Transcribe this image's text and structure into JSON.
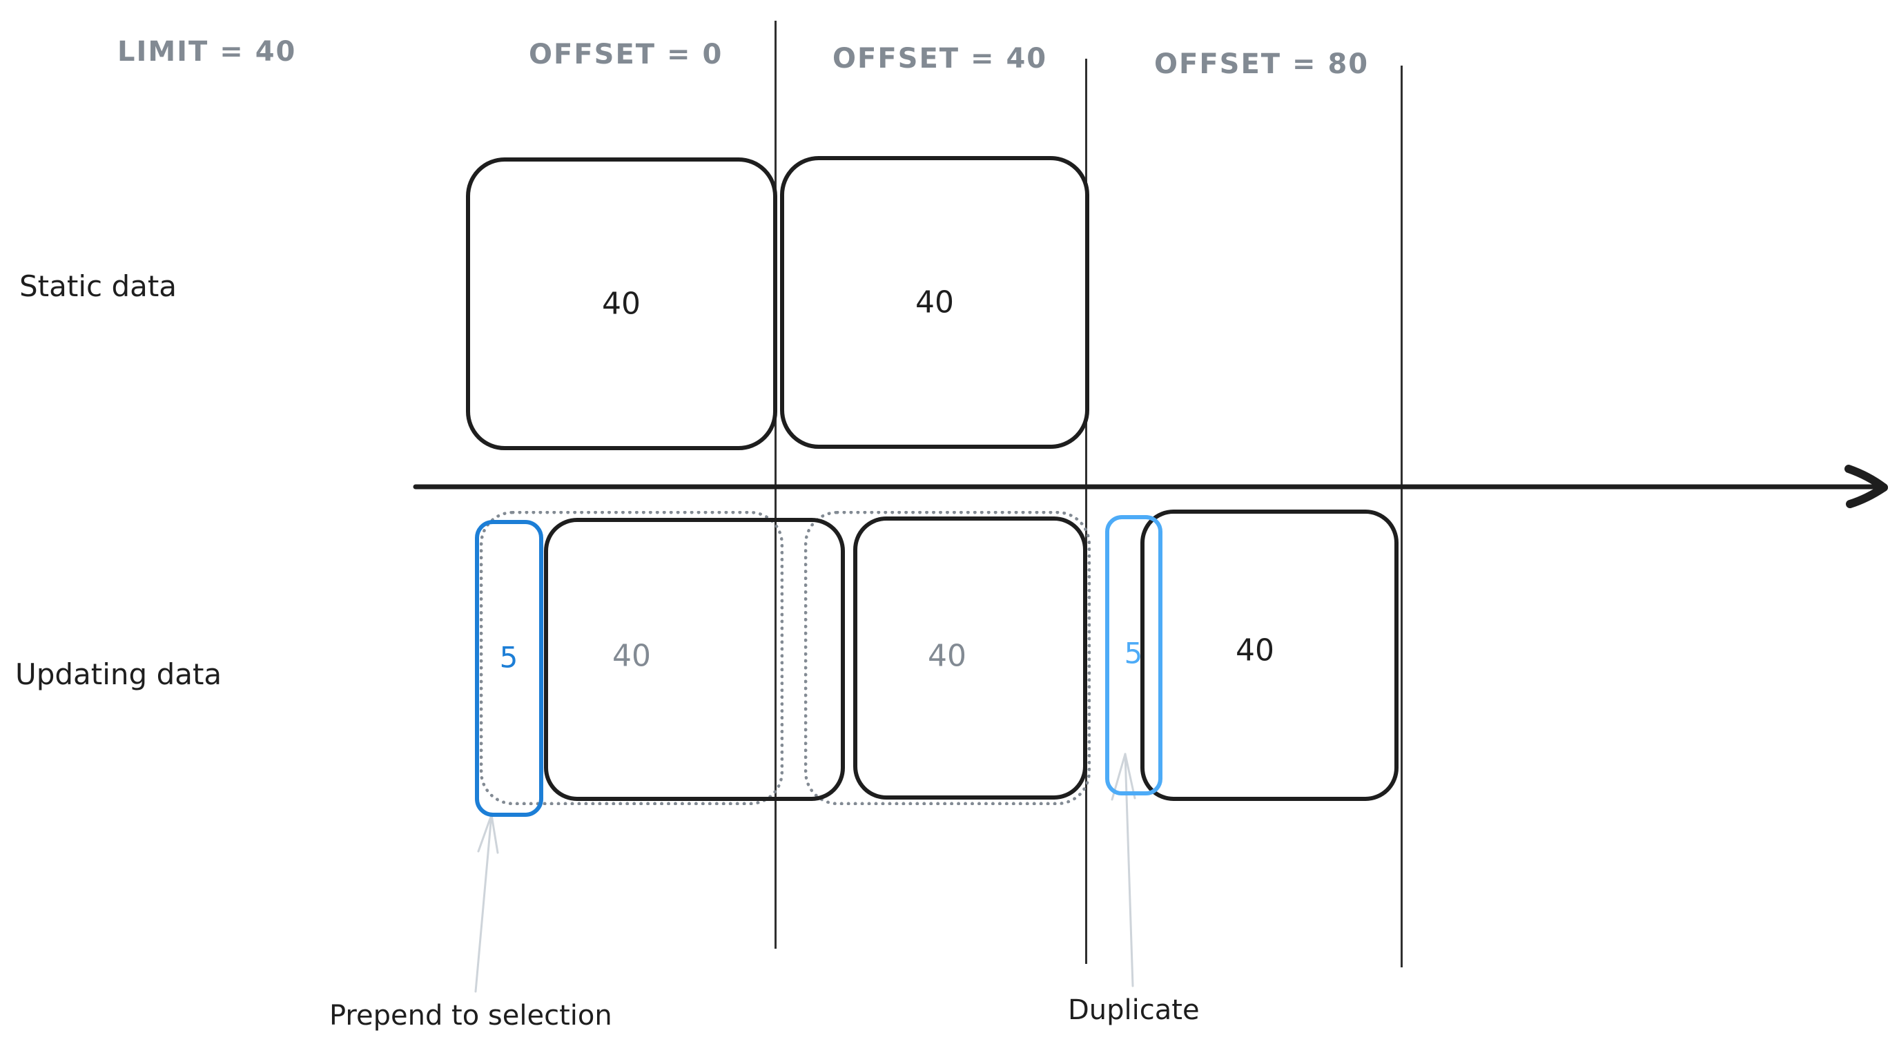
{
  "colors": {
    "ink": "#1e1e1e",
    "muted": "#828a93",
    "accent_strong": "#1c7ed6",
    "accent_light": "#4dabf7",
    "annotation_arrow": "#ced4da",
    "background": "#ffffff"
  },
  "headers": {
    "limit": "LIMIT = 40",
    "offsets": [
      {
        "label": "OFFSET = 0"
      },
      {
        "label": "OFFSET = 40"
      },
      {
        "label": "OFFSET = 80"
      }
    ]
  },
  "rows": {
    "static": {
      "label": "Static data",
      "pages": [
        {
          "value": "40"
        },
        {
          "value": "40"
        }
      ]
    },
    "updating": {
      "label": "Updating data",
      "prepended_count": "5",
      "old_pages": [
        {
          "value": "40"
        },
        {
          "value": "40"
        }
      ],
      "duplicate_count": "5",
      "new_page_value": "40"
    }
  },
  "annotations": {
    "prepend": {
      "label": "Prepend to selection"
    },
    "duplicate": {
      "label": "Duplicate"
    }
  }
}
